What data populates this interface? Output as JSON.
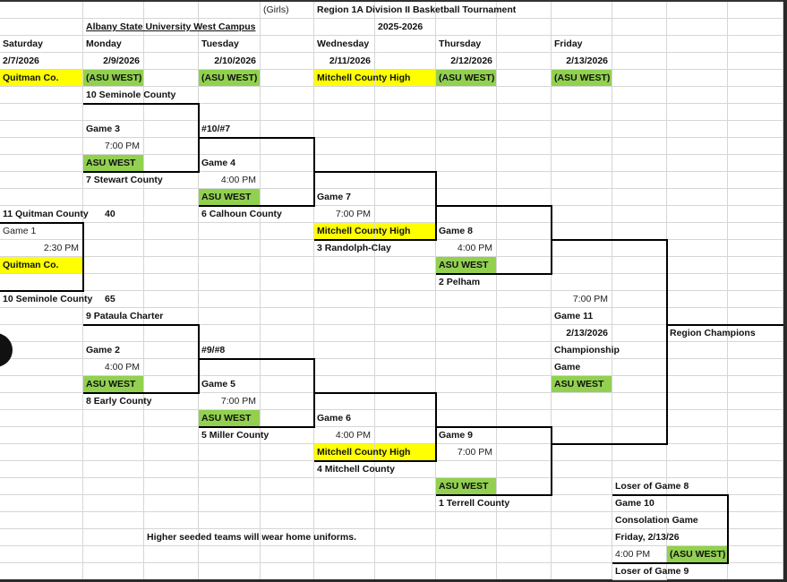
{
  "colors": {
    "green": "#92d050",
    "yellow": "#ffff00",
    "gridline": "#d6d6d6",
    "bracket": "#000000"
  },
  "sheet": {
    "rows": [
      [
        "",
        "",
        "",
        "",
        "(Girls)",
        "Region 1A Division II Basketball Tournament"
      ],
      [
        "",
        "Albany State University West Campus",
        "",
        "",
        "",
        "",
        "2025-2026"
      ],
      [
        "Saturday",
        "Monday",
        "",
        "Tuesday",
        "",
        "Wednesday",
        "",
        "Thursday",
        "",
        "Friday"
      ],
      [
        "2/7/2026",
        "2/9/2026",
        "",
        "2/10/2026",
        "",
        "2/11/2026",
        "",
        "2/12/2026",
        "",
        "2/13/2026"
      ],
      [
        "Quitman Co.",
        "(ASU WEST)",
        "",
        "(ASU WEST)",
        "",
        "Mitchell County High",
        "",
        "(ASU WEST)",
        "",
        "(ASU WEST)"
      ],
      [
        "",
        "10 Seminole County"
      ],
      [],
      [
        "",
        "Game 3",
        "",
        "#10/#7"
      ],
      [
        "",
        "7:00 PM"
      ],
      [
        "",
        "ASU WEST",
        "",
        "Game 4"
      ],
      [
        "",
        "7 Stewart County",
        "",
        "4:00 PM"
      ],
      [
        "",
        "",
        "",
        "ASU WEST",
        "",
        "Game 7"
      ],
      [
        "11 Quitman County",
        "40",
        "",
        "6 Calhoun County",
        "",
        "7:00 PM"
      ],
      [
        "Game 1",
        "",
        "",
        "",
        "",
        "Mitchell County High",
        "",
        "Game 8"
      ],
      [
        "2:30 PM",
        "",
        "",
        "",
        "",
        "3 Randolph-Clay",
        "",
        "4:00 PM"
      ],
      [
        "Quitman Co.",
        "",
        "",
        "",
        "",
        "",
        "",
        "ASU WEST"
      ],
      [
        "",
        "",
        "",
        "",
        "",
        "",
        "",
        "2 Pelham"
      ],
      [
        "10 Seminole County",
        "65",
        "",
        "",
        "",
        "",
        "",
        "",
        "",
        "7:00 PM"
      ],
      [
        "",
        "9 Pataula Charter",
        "",
        "",
        "",
        "",
        "",
        "",
        "",
        "Game 11"
      ],
      [
        "",
        "",
        "",
        "",
        "",
        "",
        "",
        "",
        "",
        "2/13/2026",
        "",
        "Region Champions"
      ],
      [
        "",
        "Game 2",
        "",
        "#9/#8",
        "",
        "",
        "",
        "",
        "",
        "Championship"
      ],
      [
        "",
        "4:00 PM",
        "",
        "",
        "",
        "",
        "",
        "",
        "",
        "Game"
      ],
      [
        "",
        "ASU WEST",
        "",
        "Game 5",
        "",
        "",
        "",
        "",
        "",
        "ASU WEST"
      ],
      [
        "",
        "8 Early County",
        "",
        "7:00 PM"
      ],
      [
        "",
        "",
        "",
        "ASU WEST",
        "",
        "Game 6"
      ],
      [
        "",
        "",
        "",
        "5 Miller County",
        "",
        "4:00 PM",
        "",
        "Game 9"
      ],
      [
        "",
        "",
        "",
        "",
        "",
        "Mitchell County High",
        "",
        "7:00 PM"
      ],
      [
        "",
        "",
        "",
        "",
        "",
        "4 Mitchell County"
      ],
      [
        "",
        "",
        "",
        "",
        "",
        "",
        "",
        "ASU WEST",
        "",
        "",
        "Loser of Game 8"
      ],
      [
        "",
        "",
        "",
        "",
        "",
        "",
        "",
        "1 Terrell County",
        "",
        "",
        "Game 10"
      ],
      [
        "",
        "",
        "",
        "",
        "",
        "",
        "",
        "",
        "",
        "",
        "Consolation Game"
      ],
      [
        "",
        "",
        "Higher seeded teams will wear home uniforms.",
        "",
        "",
        "",
        "",
        "",
        "",
        "",
        "Friday, 2/13/26"
      ],
      [
        "",
        "",
        "",
        "",
        "",
        "",
        "",
        "",
        "",
        "",
        "4:00 PM",
        "(ASU WEST)"
      ],
      [
        "",
        "",
        "",
        "",
        "",
        "",
        "",
        "",
        "",
        "",
        "Loser of Game 9"
      ]
    ]
  }
}
